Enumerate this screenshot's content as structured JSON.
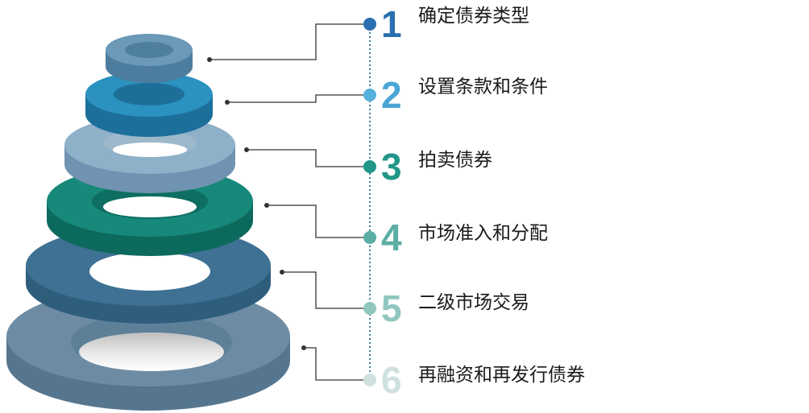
{
  "steps": [
    {
      "number": "1",
      "label": "确定债券类型",
      "color": "#2a6fb0",
      "dot": "#2a6fb0"
    },
    {
      "number": "2",
      "label": "设置条款和条件",
      "color": "#4aa6d6",
      "dot": "#55b0dc"
    },
    {
      "number": "3",
      "label": "拍卖债券",
      "color": "#1f9688",
      "dot": "#1f9688"
    },
    {
      "number": "4",
      "label": "市场准入和分配",
      "color": "#5aaea4",
      "dot": "#5aaea4"
    },
    {
      "number": "5",
      "label": "二级市场交易",
      "color": "#8fc7bf",
      "dot": "#8fc7bf"
    },
    {
      "number": "6",
      "label": "再融资和再发行债券",
      "color": "#cfe1de",
      "dot": "#cfe1de"
    }
  ],
  "tower_colors": {
    "ring1": "#5f8fae",
    "ring2": "#2788b5",
    "ring3": "#86a9c4",
    "ring4": "#138272",
    "ring5": "#3a6e8f",
    "ring6": "#6a8aa3"
  }
}
